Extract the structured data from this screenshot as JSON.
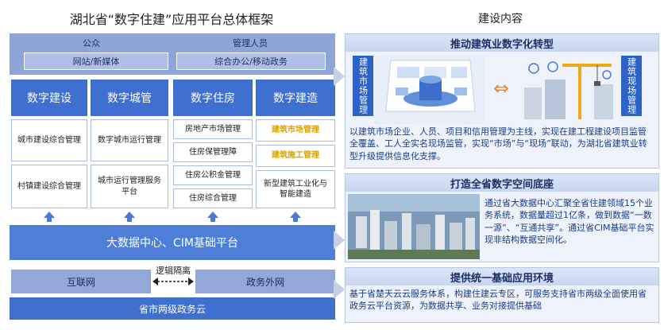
{
  "left": {
    "title": "湖北省“数字住建”应用平台总体框架",
    "top_band": {
      "public_label": "公众",
      "admin_label": "管理人员",
      "public_pill": "网站/新媒体",
      "admin_pill": "综合办公/移动政务"
    },
    "columns": [
      {
        "head": "数字建设",
        "boxes": [
          "城市建设综合管理",
          "村镇建设综合管理"
        ]
      },
      {
        "head": "数字城管",
        "boxes": [
          "数字城市运行管理",
          "城市运行管理服务平台"
        ]
      },
      {
        "head": "数字住房",
        "boxes": [
          "房地产市场管理",
          "住房保管理障",
          "住房公积金管理",
          "住房综合管理"
        ]
      },
      {
        "head": "数字建造",
        "boxes": [
          "建筑市场管理",
          "建筑施工管理",
          "新型建筑工业化与智能建造"
        ]
      }
    ],
    "bigdata": "大数据中心、CIM基础平台",
    "network": {
      "internet": "互联网",
      "isolation": "逻辑隔离",
      "gov_net": "政务外网"
    },
    "cloud": "省市两级政务云"
  },
  "right": {
    "title": "建设内容",
    "sections": [
      {
        "head": "推动建筑业数字化转型",
        "tag_left": "建筑市场管理",
        "tag_right": "建筑现场管理",
        "text": "以建筑市场企业、人员、项目和信用管理为主线，实现在建工程建设项目监管全覆盖、工人全实名现场监管，实现“市场”与“现场”联动，为湖北省建筑业转型升级提供信息化支撑。"
      },
      {
        "head": "打造全省数字空间底座",
        "text": "通过省大数据中心汇聚全省住建领域15个业务系统，数据量超过1亿条，做到数据“一数一源”、“互通共享”。通过省CIM基础平台实现非结构数据空间化。"
      },
      {
        "head": "提供统一基础应用环境",
        "text": "基于省楚天云云服务体系，构建住建云专区，可服务支持省市两级全面使用省政务云平台资源，为数据共享、业务对接提供基础"
      }
    ]
  },
  "colors": {
    "primary_blue": "#3f6fcf",
    "band_blue": "#8fa5d7",
    "highlight_yellow": "#d9a200",
    "text_blue": "#1b3a8a",
    "arrow_orange": "#f08a1e"
  }
}
